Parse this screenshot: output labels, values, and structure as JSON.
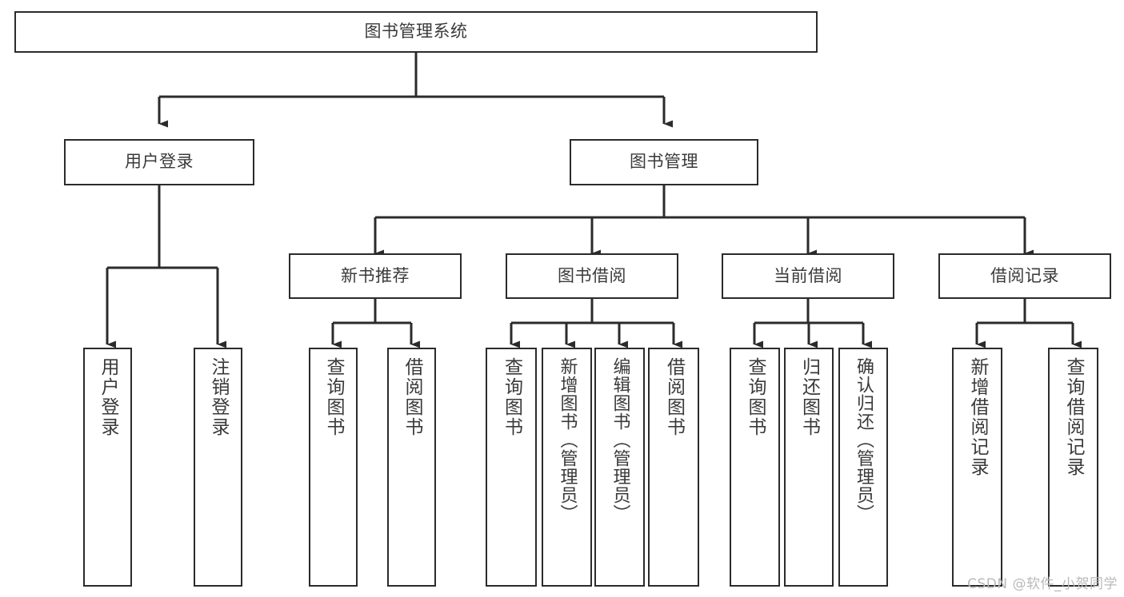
{
  "diagram": {
    "type": "tree-hierarchy-chart",
    "title": "图书管理系统",
    "stroke_color": "#2b2b2b",
    "text_color": "#3a3a3a",
    "background_color": "#ffffff",
    "root": {
      "label": "图书管理系统",
      "orientation": "horizontal"
    },
    "level2": [
      {
        "label": "用户登录",
        "orientation": "horizontal"
      },
      {
        "label": "图书管理",
        "orientation": "horizontal"
      }
    ],
    "level3": [
      {
        "label": "新书推荐",
        "orientation": "horizontal",
        "parent": "图书管理"
      },
      {
        "label": "图书借阅",
        "orientation": "horizontal",
        "parent": "图书管理"
      },
      {
        "label": "当前借阅",
        "orientation": "horizontal",
        "parent": "图书管理"
      },
      {
        "label": "借阅记录",
        "orientation": "horizontal",
        "parent": "图书管理"
      }
    ],
    "leaves": [
      {
        "label": "用户登录",
        "orientation": "vertical",
        "parent": "用户登录"
      },
      {
        "label": "注销登录",
        "orientation": "vertical",
        "parent": "用户登录"
      },
      {
        "label": "查询图书",
        "orientation": "vertical",
        "parent": "新书推荐"
      },
      {
        "label": "借阅图书",
        "orientation": "vertical",
        "parent": "新书推荐"
      },
      {
        "label": "查询图书",
        "orientation": "vertical",
        "parent": "图书借阅"
      },
      {
        "label": "新增图书（管理员）",
        "orientation": "vertical",
        "parent": "图书借阅"
      },
      {
        "label": "编辑图书（管理员）",
        "orientation": "vertical",
        "parent": "图书借阅"
      },
      {
        "label": "借阅图书",
        "orientation": "vertical",
        "parent": "图书借阅"
      },
      {
        "label": "查询图书",
        "orientation": "vertical",
        "parent": "当前借阅"
      },
      {
        "label": "归还图书",
        "orientation": "vertical",
        "parent": "当前借阅"
      },
      {
        "label": "确认归还（管理员）",
        "orientation": "vertical",
        "parent": "当前借阅"
      },
      {
        "label": "新增借阅记录",
        "orientation": "vertical",
        "parent": "借阅记录"
      },
      {
        "label": "查询借阅记录",
        "orientation": "vertical",
        "parent": "借阅记录"
      }
    ]
  },
  "watermark": {
    "text": "CSDN @软件_小贺同学"
  }
}
